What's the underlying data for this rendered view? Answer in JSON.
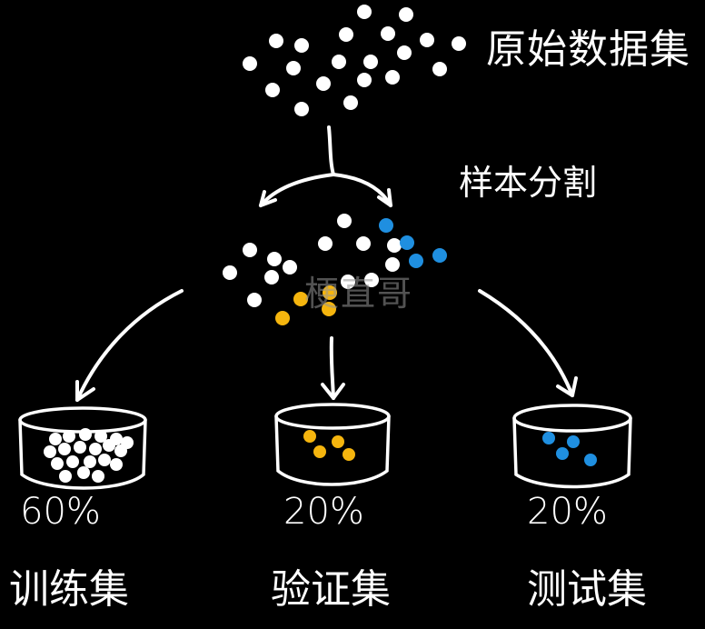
{
  "labels": {
    "raw_data": "原始数据集",
    "split": "样本分割",
    "watermark": "梗直哥"
  },
  "sets": [
    {
      "id": "train",
      "name": "训练集",
      "percent": "60%",
      "color": "#ffffff"
    },
    {
      "id": "val",
      "name": "验证集",
      "percent": "20%",
      "color": "#f5b50e"
    },
    {
      "id": "test",
      "name": "测试集",
      "percent": "20%",
      "color": "#1f8fe0"
    }
  ],
  "colors": {
    "background": "#000000",
    "stroke": "#ffffff",
    "train_dot": "#ffffff",
    "val_dot": "#f5b50e",
    "test_dot": "#1f8fe0"
  }
}
